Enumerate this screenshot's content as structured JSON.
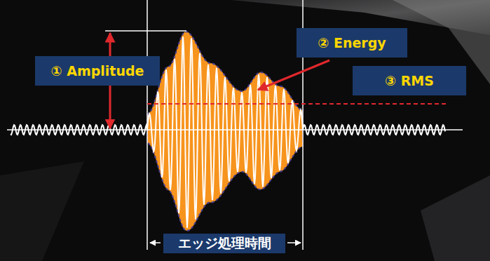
{
  "diagram": {
    "nodes": [
      {
        "text": [
          "① Amplitude"
        ]
      },
      {
        "text": [
          "② Energy"
        ]
      },
      {
        "text": [
          "③ RMS"
        ]
      },
      {
        "text": [
          "エッジ処理時間"
        ]
      }
    ]
  }
}
